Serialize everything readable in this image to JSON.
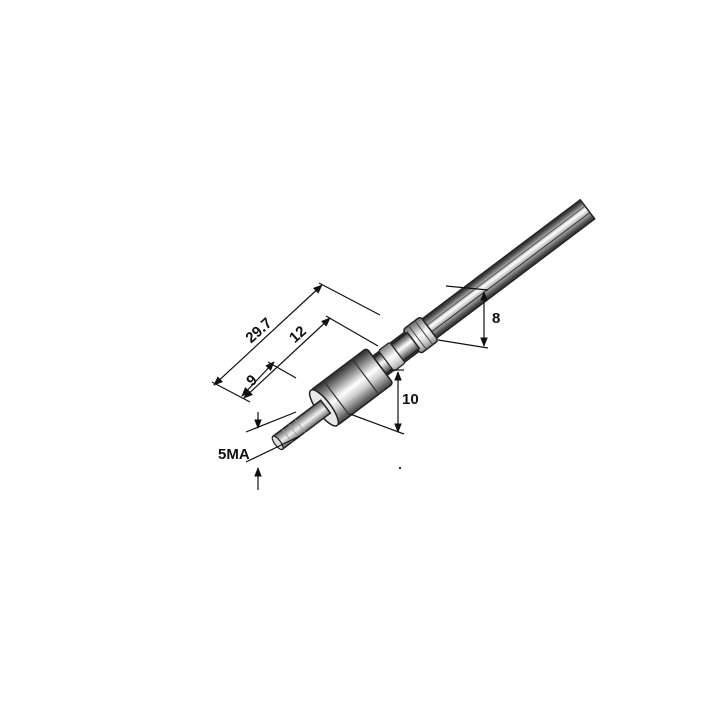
{
  "dimensions": {
    "overall_length": "29.7",
    "body_length": "12",
    "stud_length": "9",
    "body_diameter": "10",
    "shaft_diameter": "8",
    "thread": "5MA"
  },
  "colors": {
    "line": "#111111",
    "metal_dark": "#4a4a4a",
    "metal_mid": "#9a9a9a",
    "metal_light": "#f4f4f4"
  }
}
